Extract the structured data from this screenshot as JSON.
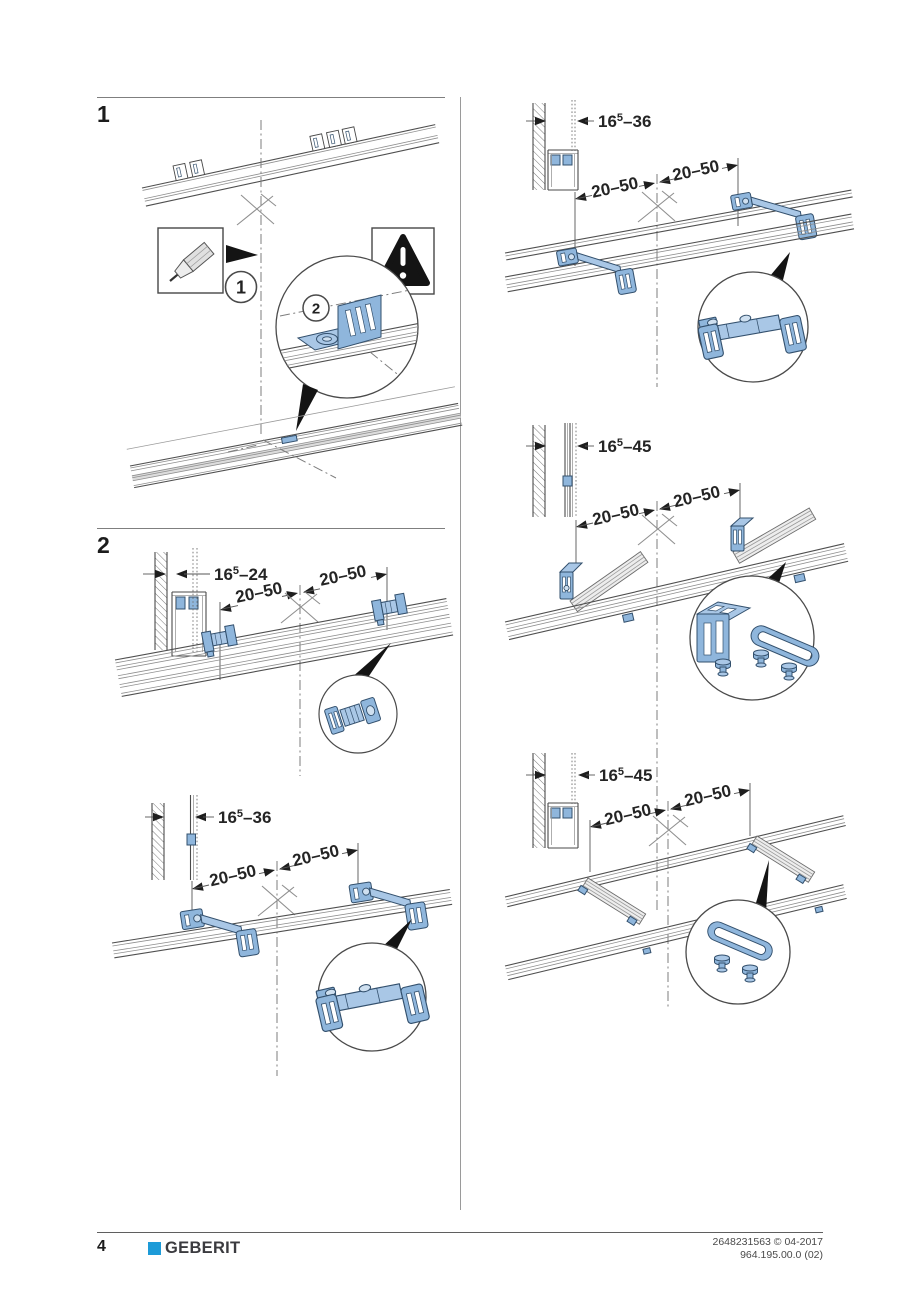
{
  "sections": {
    "s1": "1",
    "s2": "2"
  },
  "callouts": {
    "c1": "1",
    "c2": "2"
  },
  "dims": {
    "spacing": "20–50",
    "off24": {
      "base": "16",
      "sup": "5",
      "rest": "–24"
    },
    "off36": {
      "base": "16",
      "sup": "5",
      "rest": "–36"
    },
    "off45": {
      "base": "16",
      "sup": "5",
      "rest": "–45"
    }
  },
  "icons": {
    "tool": "pencil-icon",
    "warning": "warning-triangle-icon",
    "brand_mark": "geberit-logo-square"
  },
  "colors": {
    "component_blue": "#8FB6DC",
    "component_blue_light": "#A9C7E6",
    "brand_blue": "#1D9BD8",
    "line_gray": "#4F4F4F",
    "warning_black": "#141414"
  },
  "footer": {
    "page_number": "4",
    "brand": "GEBERIT",
    "doc_ref_line1": "2648231563 © 04-2017",
    "doc_ref_line2": "964.195.00.0 (02)"
  }
}
